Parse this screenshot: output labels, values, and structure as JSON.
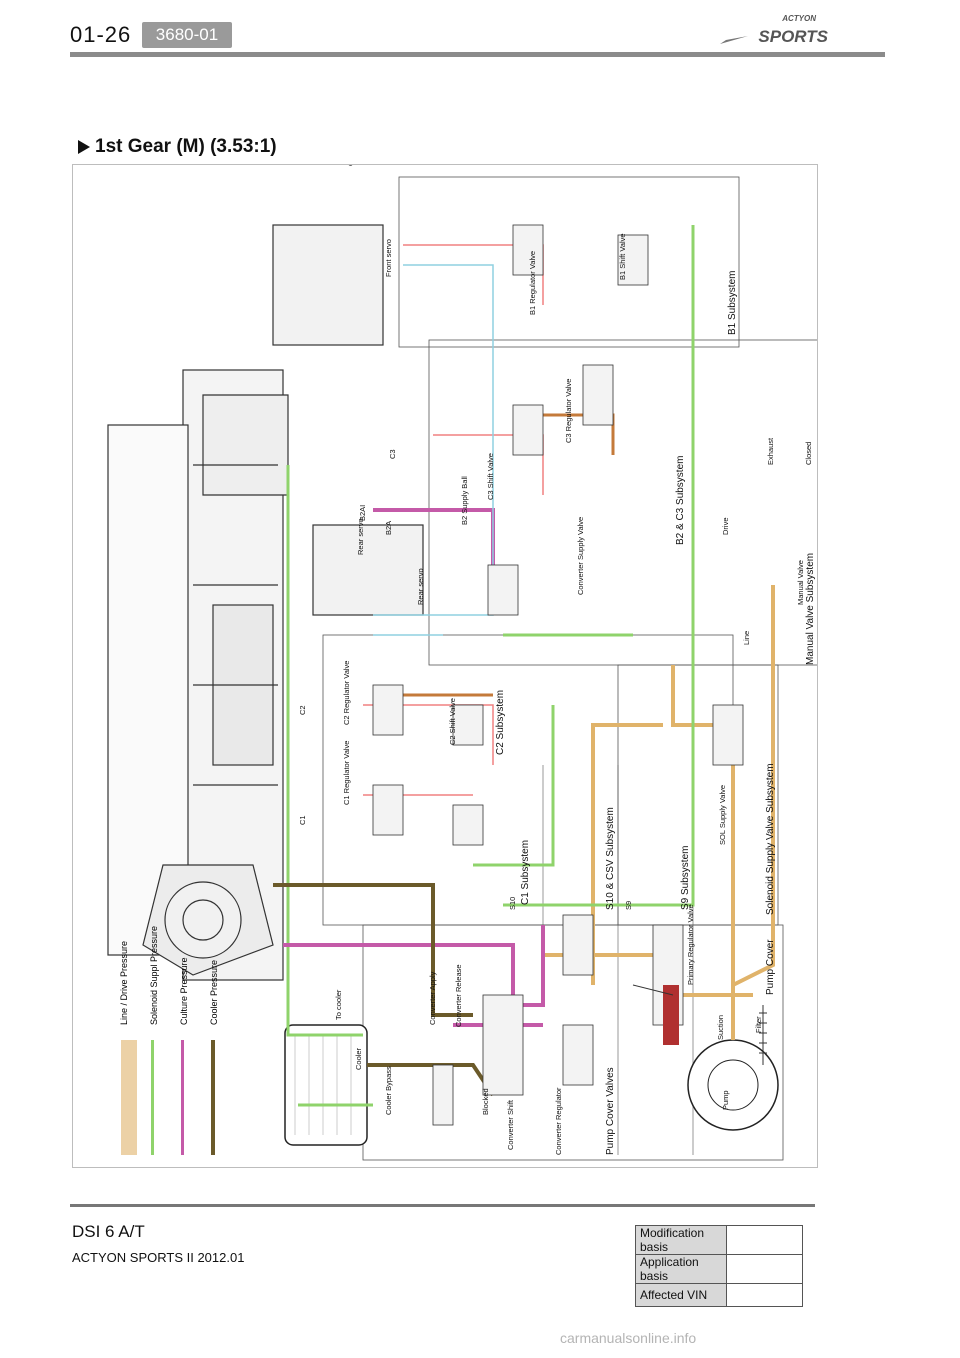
{
  "header": {
    "page_number": "01-26",
    "code": "3680-01",
    "brand_top": "ACTYON",
    "brand_bottom": "SPORTS"
  },
  "section": {
    "title": "1st Gear (M) (3.53:1)"
  },
  "diagram": {
    "legend": [
      {
        "label": "Line / Drive Pressure",
        "color": "#e0b36a"
      },
      {
        "label": "Solenoid Suppl Pressure",
        "color": "#8fd36b"
      },
      {
        "label": "Culture Pressure",
        "color": "#c45aa8"
      },
      {
        "label": "Cooler Pressure",
        "color": "#6b5a2a"
      }
    ],
    "subsystems": [
      "B1 Subsystem",
      "B2 & C3 Subsystem",
      "Manual Valve Subsystem",
      "C2 Subsystem",
      "C1 Subsystem",
      "S10 & CSV Subsystem",
      "S9 Subsystem",
      "Solenoid Supply Valve Subsystem",
      "Pump Cover Valves",
      "Pump Cover"
    ],
    "labels": {
      "front_servo": "Front servo",
      "rear_servo": "Rear servo",
      "rear_servo_2": "Rear servo",
      "to_cooler": "To cooler",
      "cooler": "Cooler",
      "b2a": "B2A",
      "b2ai": "B2AI",
      "c3": "C3",
      "c2": "C2",
      "c1": "C1",
      "s10": "S10",
      "s9": "S9",
      "suction": "Suction",
      "pump": "Pump",
      "filter": "Filter",
      "exhaust": "Exhaust",
      "closed": "Closed",
      "drive": "Drive",
      "manual_valve": "Manual Valve",
      "line": "Line",
      "primary_regulator_valve": "Primary Regulator Valve",
      "converter_regulator": "Converter Regulator",
      "converter_shift": "Converter Shift",
      "blocked": "Blocked",
      "converter_apply": "Converter Apply",
      "converter_release": "Converter Release",
      "cooler_bypass": "Cooler Bypass",
      "sol_supply_valve": "SOL Supply Valve",
      "b1_regulator_valve": "B1 Regulator Valve",
      "b1_shift_valve": "B1 Shift Valve",
      "c1_regulator_valve": "C1 Regulator Valve",
      "c2_regulator_valve": "C2 Regulator Valve",
      "c3_shift_valve": "C3 Shift Valve",
      "c2_shift_valve": "C2 Shift Valve",
      "c3_regulator_valve": "C3 Regulator Valve",
      "b2_supply_ball": "B2 Supply Ball",
      "converter_supply_valve": "Converter Supply Valve"
    }
  },
  "footer": {
    "model": "DSI 6 A/T",
    "vehicle": "ACTYON SPORTS II 2012.01",
    "meta_rows": [
      {
        "label": "Modification basis",
        "value": ""
      },
      {
        "label": "Application basis",
        "value": ""
      },
      {
        "label": "Affected VIN",
        "value": ""
      }
    ]
  },
  "watermark": "carmanualsonline.info"
}
